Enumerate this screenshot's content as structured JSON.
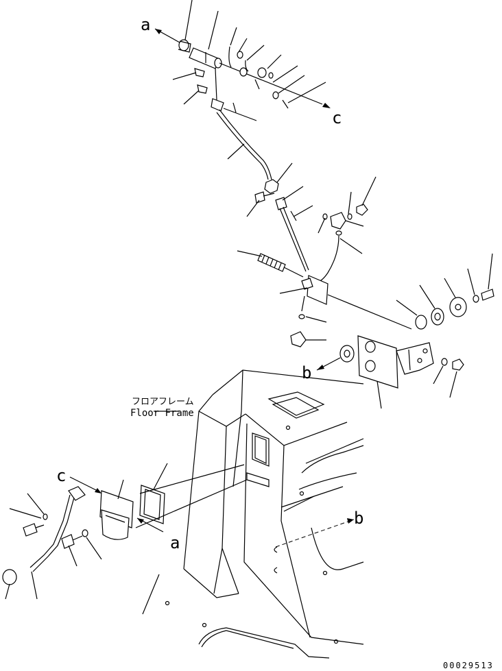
{
  "diagram": {
    "callouts": {
      "a_top": "a",
      "c_top": "c",
      "b_mid": "b",
      "c_left": "c",
      "a_left": "a",
      "b_right": "b"
    },
    "frame_label_jp": "フロアフレーム",
    "frame_label_en": "Floor Frame",
    "drawing_number": "00029513"
  }
}
